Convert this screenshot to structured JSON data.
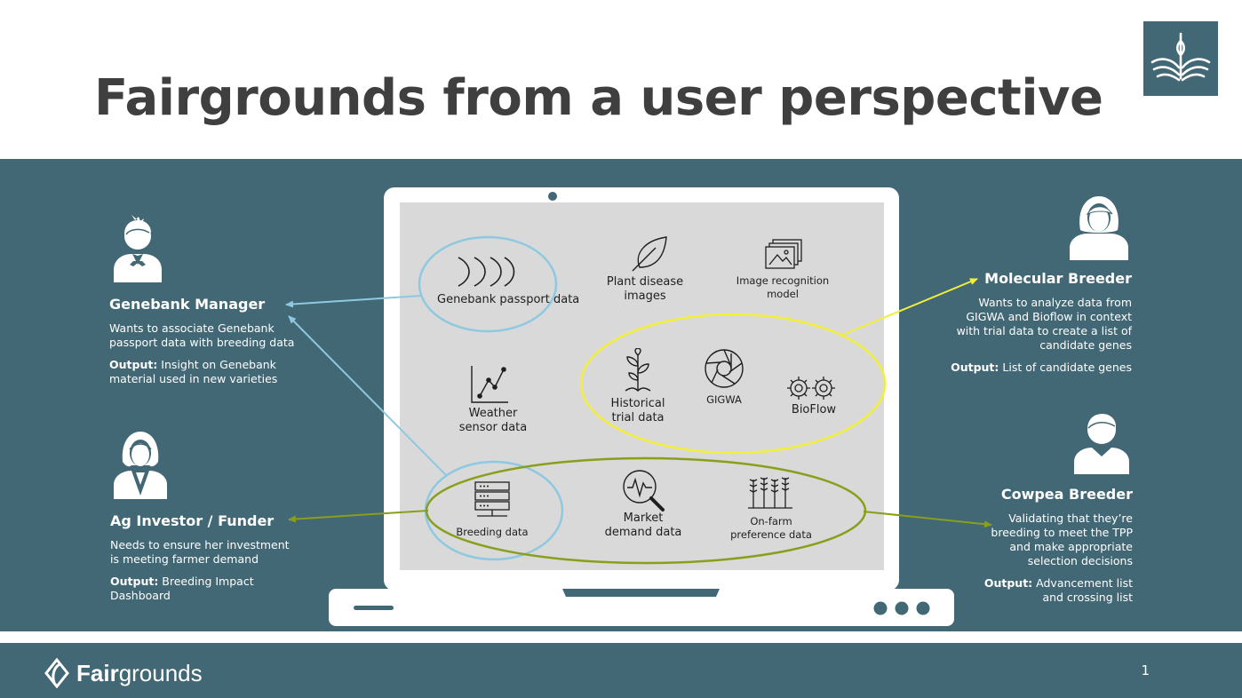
{
  "title": "Fairgrounds from a user perspective",
  "colors": {
    "band": "#426775",
    "screen": "#d9d9d9",
    "blue_ellipse": "#8ec9e0",
    "yellow_ellipse": "#f2ef3a",
    "green_ellipse": "#8a9e1c"
  },
  "personas": {
    "genebank_manager": {
      "name": "Genebank Manager",
      "description": "Wants to associate Genebank passport data with breeding data",
      "output_label": "Output:",
      "output_value": " Insight on Genebank material used in new varieties"
    },
    "ag_investor": {
      "name": "Ag Investor / Funder",
      "description": "Needs to ensure her investment is meeting farmer demand",
      "output_label": "Output:",
      "output_value": " Breeding Impact Dashboard"
    },
    "molecular_breeder": {
      "name": "Molecular Breeder",
      "description": "Wants to analyze data from GIGWA and Bioflow in context with trial data to create a list of candidate genes",
      "output_label": "Output:",
      "output_value": " List of candidate genes"
    },
    "cowpea_breeder": {
      "name": "Cowpea Breeder",
      "description": "Validating that they’re breeding to meet the TPP and make appropriate selection decisions",
      "output_label": "Output:",
      "output_value": " Advancement list and crossing list"
    }
  },
  "data_sources": {
    "genebank": "Genebank passport data",
    "plant_disease": "Plant disease images",
    "image_recognition": "Image recognition model",
    "weather": "Weather sensor data",
    "historical_trial": "Historical trial data",
    "gigwa": "GIGWA",
    "bioflow": "BioFlow",
    "breeding": "Breeding data",
    "market_demand": "Market demand data",
    "on_farm": "On-farm preference data"
  },
  "footer": {
    "brand_bold": "Fair",
    "brand_light": "grounds",
    "page_number": "1"
  },
  "icons": [
    "dna-icon",
    "leaf-icon",
    "image-stack-icon",
    "line-chart-icon",
    "seedling-icon",
    "camera-aperture-icon",
    "gears-icon",
    "server-icon",
    "market-search-icon",
    "wheat-icon",
    "logo-icon",
    "fairgrounds-logo-icon"
  ]
}
